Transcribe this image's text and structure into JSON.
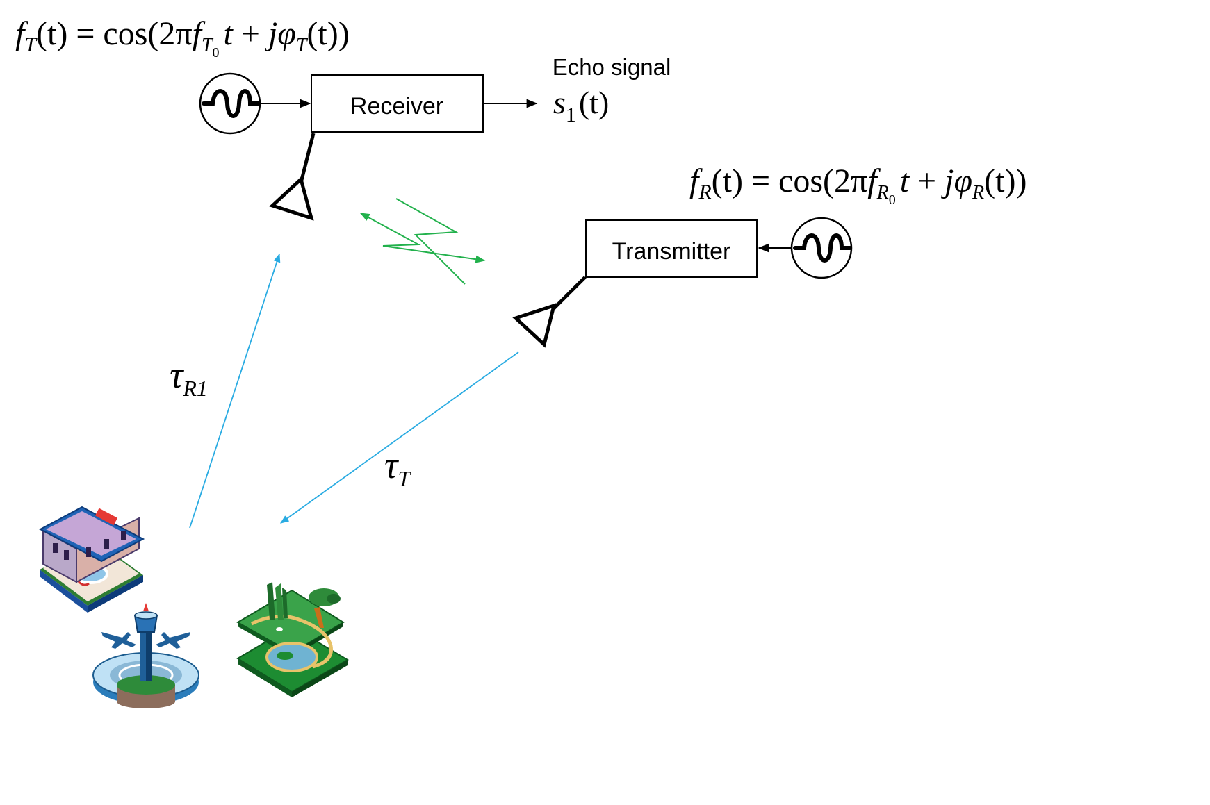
{
  "receiver": {
    "label": "Receiver",
    "oscillator_icon": "sine-oscillator-icon",
    "antenna_icon": "triangle-antenna-icon",
    "equation": {
      "f": "f",
      "sub": "T",
      "lhs_rest": "(t) = cos(2π",
      "f2": "f",
      "sub2": "T",
      "subsub2": "0",
      "t": "t",
      "plus": " + ",
      "j": "j",
      "phi": "φ",
      "phi_sub": "T",
      "tail": "(t))"
    }
  },
  "output": {
    "caption": "Echo signal",
    "symbol": "s",
    "symbol_sub": "1",
    "symbol_arg": "(t)"
  },
  "transmitter": {
    "label": "Transmitter",
    "oscillator_icon": "sine-oscillator-icon",
    "antenna_icon": "triangle-antenna-icon",
    "equation": {
      "f": "f",
      "sub": "R",
      "lhs_rest": "(t) = cos(2π",
      "f2": "f",
      "sub2": "R",
      "subsub2": "0",
      "t": "t",
      "plus": " + ",
      "j": "j",
      "phi": "φ",
      "phi_sub": "R",
      "tail": "(t))"
    }
  },
  "paths": {
    "receive_delay": {
      "symbol": "τ",
      "sub": "R1"
    },
    "transmit_delay": {
      "symbol": "τ",
      "sub": "T"
    },
    "direct_link_icon": "lightning-link-icon"
  },
  "targets": [
    "hotel-pool-icon",
    "airport-tower-icon",
    "park-lake-icon"
  ],
  "colors": {
    "ray": "#29abe2",
    "direct_link": "#22b14c",
    "stroke": "#000000"
  }
}
